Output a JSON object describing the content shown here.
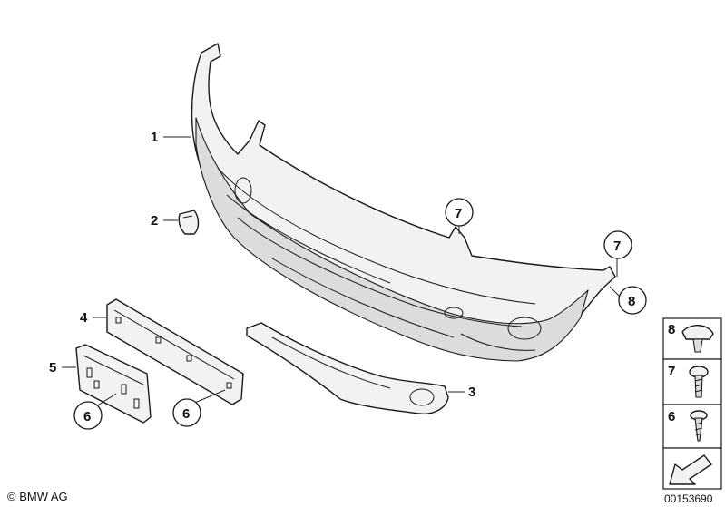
{
  "callouts": {
    "c1": "1",
    "c2": "2",
    "c3": "3",
    "c4": "4",
    "c5": "5",
    "c6a": "6",
    "c6b": "6",
    "c7a": "7",
    "c7b": "7",
    "c8": "8"
  },
  "legend": {
    "item8": "8",
    "item7": "7",
    "item6": "6"
  },
  "footer": {
    "copyright": "© BMW AG",
    "diagram_number": "00153690"
  }
}
